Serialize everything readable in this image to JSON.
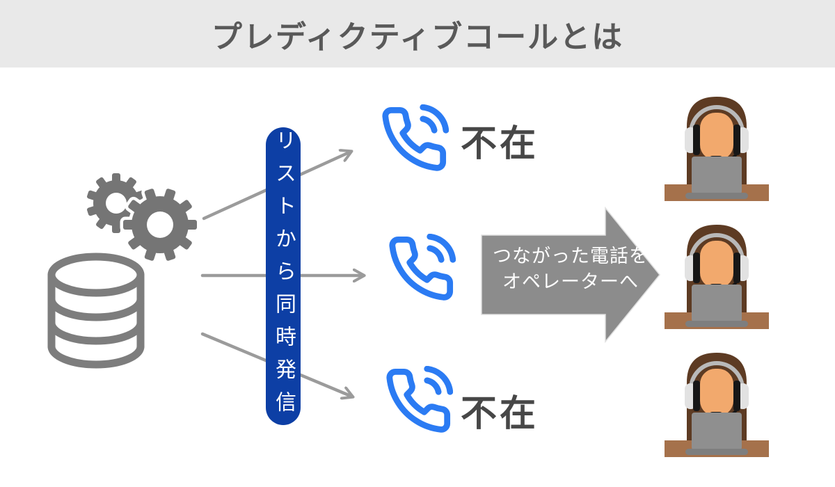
{
  "header": {
    "title": "プレディクティブコールとは"
  },
  "dialer": {
    "pill_label": "リストから同時発信",
    "source_icons": [
      "gears-icon",
      "database-icon"
    ]
  },
  "calls": [
    {
      "status_label": "不在",
      "answered": false
    },
    {
      "status_label": "",
      "answered": true
    },
    {
      "status_label": "不在",
      "answered": false
    }
  ],
  "handoff_arrow": {
    "line1": "つながった電話を",
    "line2": "オペレーターへ"
  },
  "operators": {
    "count": 3
  },
  "colors": {
    "banner_bg": "#e9e9e9",
    "title_text": "#595959",
    "pill_blue": "#0d3fa5",
    "pill_text": "#ffffff",
    "phone_blue": "#2b7bf3",
    "status_text": "#474747",
    "thin_arrow_gray": "#9b9b9b",
    "big_arrow_gray": "#8c8c8c",
    "icon_gray": "#757575",
    "desk_brown": "#a5714b",
    "hair_brown": "#5d3b23",
    "skin": "#f2a96d",
    "shirt_blue": "#4ba0dd",
    "laptop_gray": "#8f8f8f"
  }
}
